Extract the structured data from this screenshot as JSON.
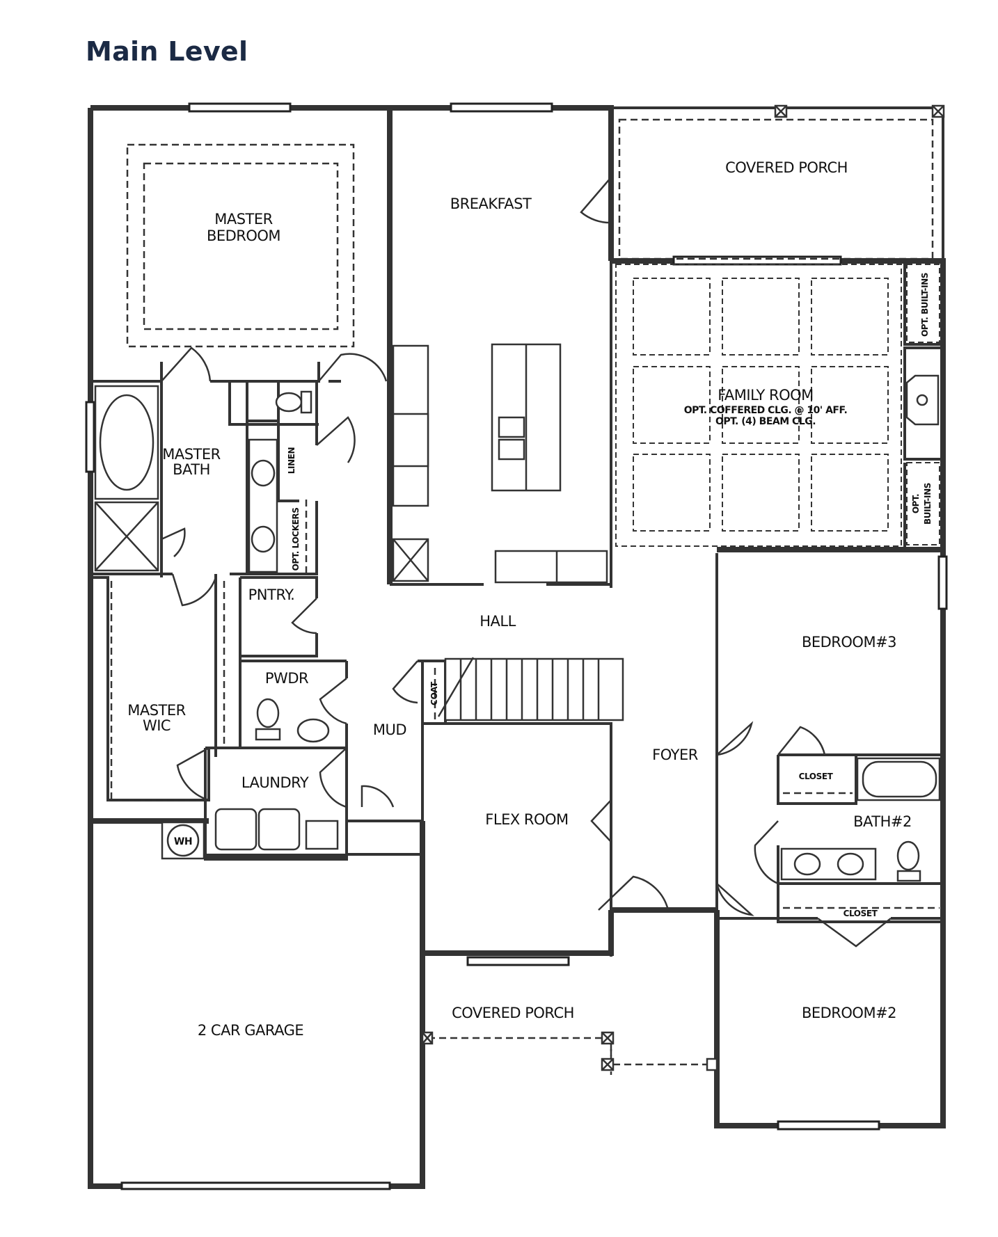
{
  "page": {
    "title": "Main Level"
  },
  "rooms": {
    "master_bedroom": [
      "MASTER",
      "BEDROOM"
    ],
    "breakfast": "BREAKFAST",
    "covered_porch_rear": "COVERED PORCH",
    "family_room": "FAMILY ROOM",
    "family_room_note1": "OPT. COFFERED CLG. @ 10' AFF.",
    "family_room_note2": "OPT. (4) BEAM CLG.",
    "opt_built_ins_upper": "OPT. BUILT-INS",
    "opt_built_ins_lower": [
      "OPT.",
      "BUILT-INS"
    ],
    "master_bath": [
      "MASTER",
      "BATH"
    ],
    "linen": "LINEN",
    "opt_lockers": "OPT. LOCKERS",
    "pantry": "PNTRY.",
    "hall": "HALL",
    "bedroom3": "BEDROOM#3",
    "pwdr": "PWDR",
    "coat": "COAT",
    "mud": "MUD",
    "master_wic": [
      "MASTER",
      "WIC"
    ],
    "foyer": "FOYER",
    "closet_upper": "CLOSET",
    "laundry": "LAUNDRY",
    "flex_room": "FLEX ROOM",
    "bath2": "BATH#2",
    "wh": "WH",
    "closet_lower": "CLOSET",
    "covered_porch_front": "COVERED PORCH",
    "bedroom2": "BEDROOM#2",
    "garage": "2 CAR GARAGE"
  }
}
